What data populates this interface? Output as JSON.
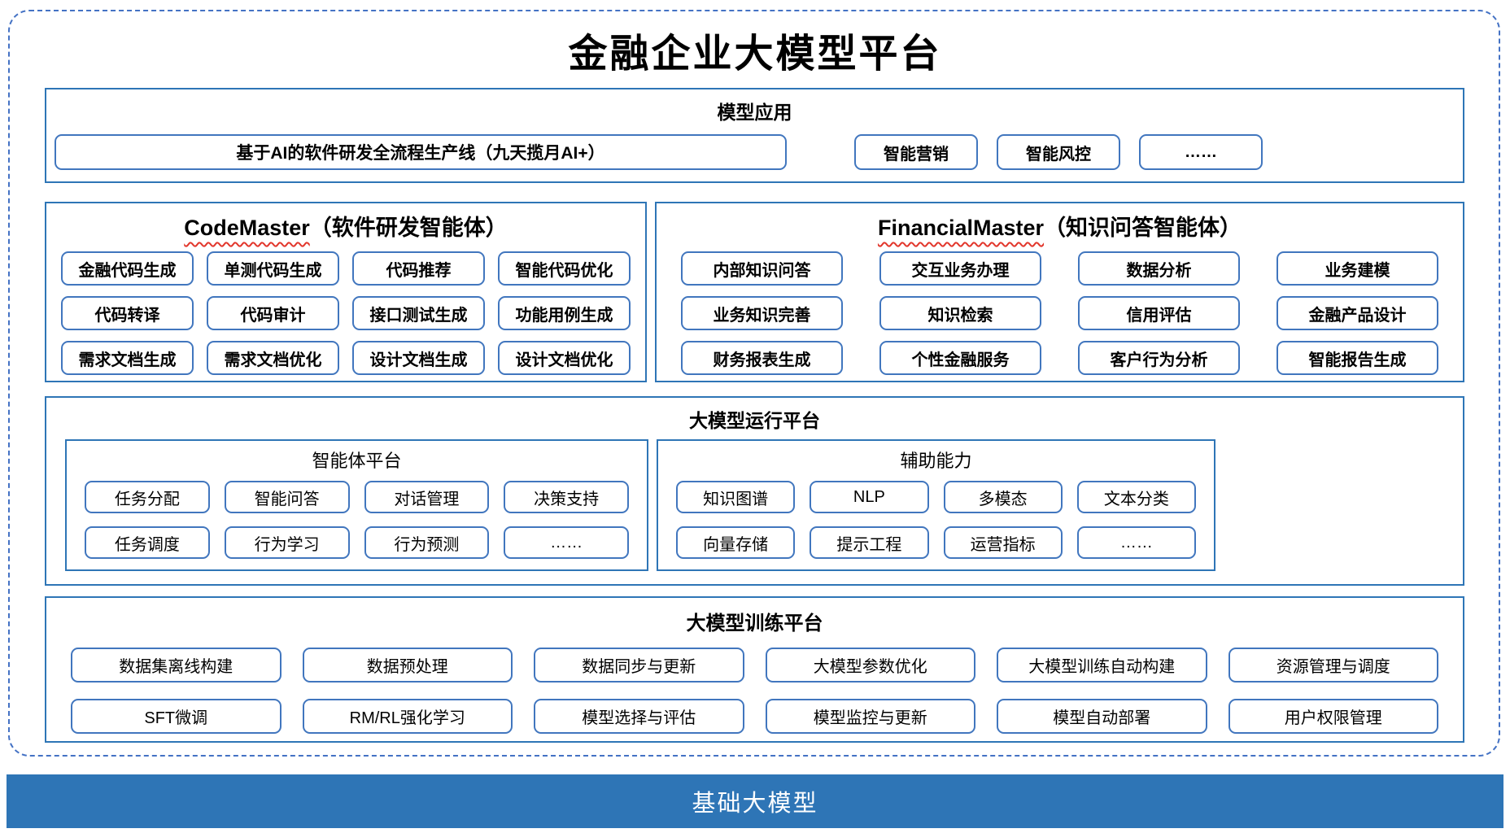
{
  "page": {
    "title": "金融企业大模型平台"
  },
  "model_app": {
    "header": "模型应用",
    "main_item": "基于AI的软件研发全流程生产线（九天揽月AI+）",
    "items": [
      "智能营销",
      "智能风控",
      "……"
    ]
  },
  "code_master": {
    "title_en": "CodeMaster",
    "title_zh": "（软件研发智能体）",
    "items": [
      "金融代码生成",
      "单测代码生成",
      "代码推荐",
      "智能代码优化",
      "代码转译",
      "代码审计",
      "接口测试生成",
      "功能用例生成",
      "需求文档生成",
      "需求文档优化",
      "设计文档生成",
      "设计文档优化"
    ]
  },
  "financial_master": {
    "title_en": "FinancialMaster",
    "title_zh": "（知识问答智能体）",
    "items": [
      "内部知识问答",
      "交互业务办理",
      "数据分析",
      "业务建模",
      "业务知识完善",
      "知识检索",
      "信用评估",
      "金融产品设计",
      "财务报表生成",
      "个性金融服务",
      "客户行为分析",
      "智能报告生成"
    ]
  },
  "run_platform": {
    "header": "大模型运行平台",
    "agent_platform": {
      "title": "智能体平台",
      "items": [
        "任务分配",
        "智能问答",
        "对话管理",
        "决策支持",
        "任务调度",
        "行为学习",
        "行为预测",
        "……"
      ]
    },
    "aux_ability": {
      "title": "辅助能力",
      "items": [
        "知识图谱",
        "NLP",
        "多模态",
        "文本分类",
        "向量存储",
        "提示工程",
        "运营指标",
        "……"
      ]
    }
  },
  "train_platform": {
    "header": "大模型训练平台",
    "items": [
      "数据集离线构建",
      "数据预处理",
      "数据同步与更新",
      "大模型参数优化",
      "大模型训练自动构建",
      "资源管理与调度",
      "SFT微调",
      "RM/RL强化学习",
      "模型选择与评估",
      "模型监控与更新",
      "模型自动部署",
      "用户权限管理"
    ]
  },
  "base_model": {
    "label": "基础大模型"
  },
  "colors": {
    "section_border": "#2e75b6",
    "pill_border": "#4176be",
    "dashed_frame": "#4472c4",
    "base_bar": "#2e75b6",
    "squiggle_red": "#e2372c"
  }
}
